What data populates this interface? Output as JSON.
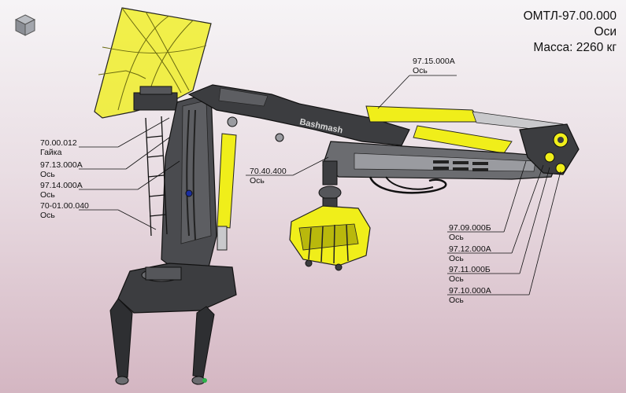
{
  "header": {
    "code": "ОМТЛ-97.00.000",
    "subtitle": "Оси",
    "mass": "Масса: 2260 кг"
  },
  "callouts": [
    {
      "code": "97.15.000A",
      "name": "Ось"
    },
    {
      "code": "70.00.012",
      "name": "Гайка"
    },
    {
      "code": "97.13.000А",
      "name": "Ось"
    },
    {
      "code": "97.14.000А",
      "name": "Ось"
    },
    {
      "code": "70-01.00.040",
      "name": "Ось"
    },
    {
      "code": "70.40.400",
      "name": "Ось"
    },
    {
      "code": "97.09.000Б",
      "name": "Ось"
    },
    {
      "code": "97.12.000А",
      "name": "Ось"
    },
    {
      "code": "97.11.000Б",
      "name": "Ось"
    },
    {
      "code": "97.10.000А",
      "name": "Ось"
    }
  ],
  "model": {
    "boom_brand_text": "Bashmash",
    "colors": {
      "yellow": "#f0ee1a",
      "yellow_dark": "#b9b80c",
      "steel_dark": "#3c3d40",
      "steel_mid": "#6b6c70",
      "steel_light": "#9a9ba0",
      "outline": "#151515"
    }
  }
}
